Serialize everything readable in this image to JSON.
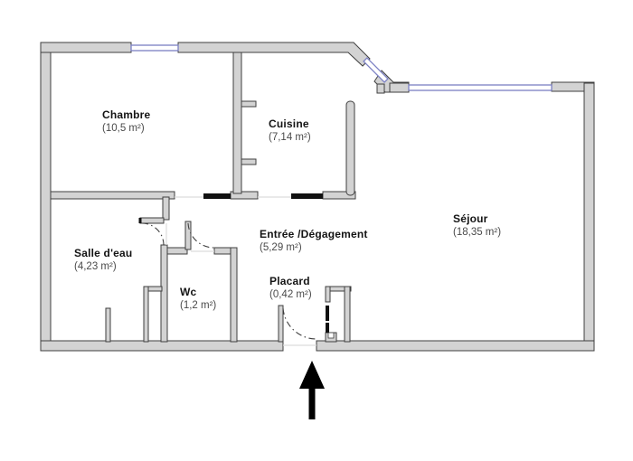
{
  "plan": {
    "type": "apartment-floor-plan",
    "rooms": {
      "chambre": {
        "name": "Chambre",
        "area": "(10,5 m²)"
      },
      "cuisine": {
        "name": "Cuisine",
        "area": "(7,14 m²)"
      },
      "sejour": {
        "name": "Séjour",
        "area": "(18,35 m²)"
      },
      "salle_deau": {
        "name": "Salle d'eau",
        "area": "(4,23 m²)"
      },
      "wc": {
        "name": "Wc",
        "area": "(1,2 m²)"
      },
      "entree": {
        "name": "Entrée /Dégagement",
        "area": "(5,29 m²)"
      },
      "placard": {
        "name": "Placard",
        "area": "(0,42 m²)"
      }
    },
    "icons": {
      "entrance_arrow": "up-arrow"
    }
  },
  "colors": {
    "wall_fill": "#d3d3d3",
    "wall_outline": "#3f3f3f",
    "window_color": "#7b80c4",
    "door_marker": "#111111",
    "arrow_color": "#000000"
  }
}
